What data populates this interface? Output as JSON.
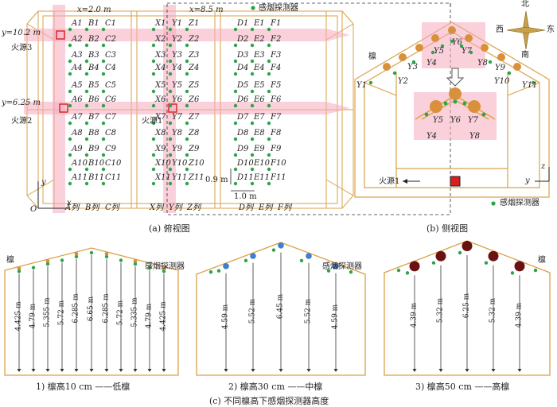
{
  "top_view": {
    "x_label": "x=2.0 m",
    "x2_label": "x=8.5 m",
    "y_top_label": "y=10.2 m",
    "y_mid_label": "y=6.25 m",
    "legend": "感烟探测器",
    "fire_labels": [
      "火源3",
      "火源2",
      "火源1"
    ],
    "origin": "O",
    "axis_x": "x",
    "axis_y": "y",
    "columns": [
      "A列",
      "B列",
      "C列",
      "X列",
      "Y列",
      "Z列",
      "D列",
      "E列",
      "F列"
    ],
    "dim_09": "0.9 m",
    "dim_10": "1.0 m",
    "grid_rows": [
      [
        "A1",
        "B1",
        "C1",
        "X1",
        "Y1",
        "Z1",
        "D1",
        "E1",
        "F1"
      ],
      [
        "A2",
        "B2",
        "C2",
        "X2",
        "Y2",
        "Z2",
        "D2",
        "E2",
        "F2"
      ],
      [
        "A3",
        "B3",
        "C3",
        "X3",
        "Y3",
        "Z3",
        "D3",
        "E3",
        "F3"
      ],
      [
        "A4",
        "B4",
        "C4",
        "X4",
        "Y4",
        "Z4",
        "D4",
        "E4",
        "F4"
      ],
      [
        "A5",
        "B5",
        "C5",
        "X5",
        "Y5",
        "Z5",
        "D5",
        "E5",
        "F5"
      ],
      [
        "A6",
        "B6",
        "C6",
        "X6",
        "Y6",
        "Z6",
        "D6",
        "E6",
        "F6"
      ],
      [
        "A7",
        "B7",
        "C7",
        "X7",
        "Y7",
        "Z7",
        "D7",
        "E7",
        "F7"
      ],
      [
        "A8",
        "B8",
        "C8",
        "X8",
        "Y8",
        "Z8",
        "D8",
        "E8",
        "F8"
      ],
      [
        "A9",
        "B9",
        "C9",
        "X9",
        "Y9",
        "Z9",
        "D9",
        "E9",
        "F9"
      ],
      [
        "A10",
        "B10",
        "C10",
        "X10",
        "Y10",
        "Z10",
        "D10",
        "E10",
        "F10"
      ],
      [
        "A11",
        "B11",
        "C11",
        "X11",
        "Y11",
        "Z11",
        "D11",
        "E11",
        "F11"
      ]
    ],
    "caption": "(a) 俯视图"
  },
  "side_view": {
    "compass": {
      "north": "北",
      "south": "南",
      "east": "东",
      "west": "西"
    },
    "purlin_label": "檩",
    "y_labels": [
      "Y1",
      "Y2",
      "Y3",
      "Y4",
      "Y5",
      "Y6",
      "Y7",
      "Y8",
      "Y9",
      "Y10",
      "Y11"
    ],
    "zoom_labels": [
      "Y5",
      "Y6",
      "Y7",
      "Y4",
      "Y8"
    ],
    "fire_label": "火源1",
    "axis_z": "z",
    "axis_y": "y",
    "legend": "感烟探测器",
    "caption": "(b) 侧视图"
  },
  "sections": [
    {
      "purlin_label": "檩",
      "legend": "感烟探测器",
      "heights": [
        "4.425 m",
        "4.79 m",
        "5.355 m",
        "5.72 m",
        "6.285 m",
        "6.65 m",
        "6.285 m",
        "5.72 m",
        "5.335 m",
        "4.79 m",
        "4.425 m"
      ],
      "caption": "1) 檩高10 cm ——低檩"
    },
    {
      "legend": "感烟探测器",
      "heights": [
        "4.59 m",
        "5.52 m",
        "6.45 m",
        "5.52 m",
        "4.59 m"
      ],
      "caption": "2) 檩高30 cm ——中檩"
    },
    {
      "purlin_label": "檩",
      "heights": [
        "4.39 m",
        "5.32 m",
        "6.25 m",
        "5.32 m",
        "4.39 m"
      ],
      "caption": "3) 檩高50 cm ——高檩"
    }
  ],
  "bottom_caption": "(c) 不同檩高下感烟探测器高度",
  "colors": {
    "frame": "#d9a24a",
    "detector": "#2ea34a",
    "pink": "#f5a9bd",
    "fire": "#d81e1e",
    "purlin_low": "#d9903a",
    "purlin_mid": "#3f7fcf",
    "purlin_high": "#6a1212"
  }
}
